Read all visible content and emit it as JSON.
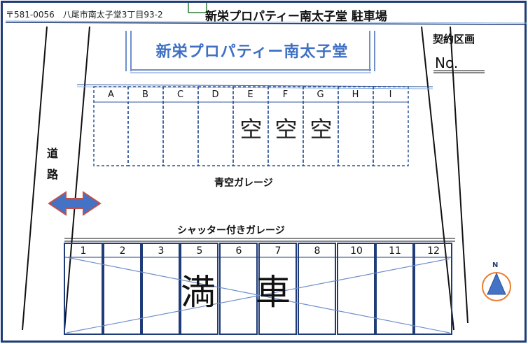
{
  "header": {
    "address": "〒581-0056　八尾市南太子堂3丁目93-2",
    "lot_title": "新栄プロパティー南太子堂 駐車場"
  },
  "sign": {
    "text": "新栄プロパティー南太子堂"
  },
  "contract": {
    "label": "契約区画",
    "no_label": "No."
  },
  "road": {
    "label": "道路"
  },
  "open_garage": {
    "title": "青空ガレージ",
    "spaces": [
      {
        "label": "A",
        "status": ""
      },
      {
        "label": "B",
        "status": ""
      },
      {
        "label": "C",
        "status": ""
      },
      {
        "label": "D",
        "status": ""
      },
      {
        "label": "E",
        "status": "空"
      },
      {
        "label": "F",
        "status": "空"
      },
      {
        "label": "G",
        "status": "空"
      },
      {
        "label": "H",
        "status": ""
      },
      {
        "label": "I",
        "status": ""
      }
    ]
  },
  "shutter_garage": {
    "title": "シャッター付きガレージ",
    "spaces": [
      "1",
      "2",
      "3",
      "5",
      "6",
      "7",
      "8",
      "10",
      "11",
      "12"
    ],
    "full_char_1": "満",
    "full_char_2": "車"
  },
  "compass": {
    "label": "N"
  },
  "colors": {
    "frame_blue": "#1f3c78",
    "dashed_blue": "#2f5597",
    "arrow_fill": "#4472c4",
    "arrow_stroke": "#c0504d",
    "compass_ring": "#ed7d31",
    "sign_text": "#3f70c4"
  }
}
